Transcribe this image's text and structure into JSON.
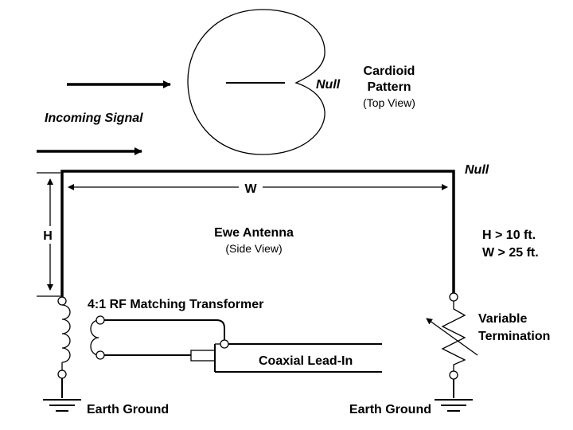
{
  "pattern": {
    "title_line1": "Cardioid",
    "title_line2": "Pattern",
    "subtitle": "(Top View)",
    "null_label": "Null"
  },
  "signal": {
    "label": "Incoming Signal"
  },
  "antenna": {
    "title": "Ewe Antenna",
    "subtitle": "(Side View)",
    "null_label": "Null",
    "width_label": "W",
    "height_label": "H"
  },
  "specs": {
    "h_spec": "H > 10 ft.",
    "w_spec": "W > 25 ft."
  },
  "transformer": {
    "label": "4:1 RF Matching Transformer"
  },
  "feedline": {
    "label": "Coaxial Lead-In"
  },
  "termination": {
    "line1": "Variable",
    "line2": "Termination"
  },
  "grounds": {
    "left": "Earth Ground",
    "right": "Earth Ground"
  }
}
